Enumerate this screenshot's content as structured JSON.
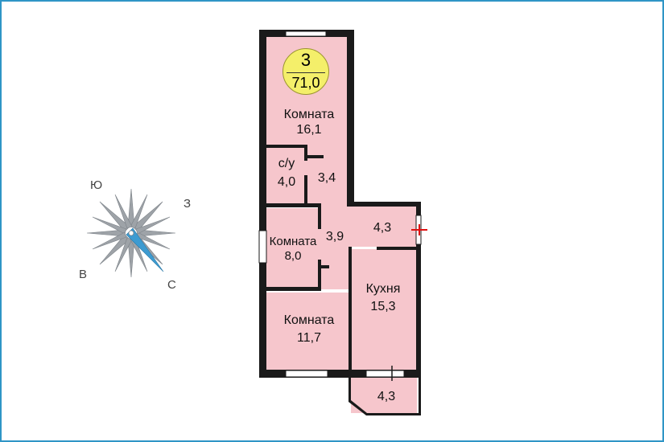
{
  "apartment": {
    "rooms_count": "3",
    "total_area": "71,0"
  },
  "rooms": [
    {
      "id": "room-top",
      "name": "Комната",
      "area": "16,1"
    },
    {
      "id": "bathroom",
      "name": "с/у",
      "area": "4,0"
    },
    {
      "id": "corridor-upper",
      "area": "3,4"
    },
    {
      "id": "room-small",
      "name": "Комната",
      "area": "8,0"
    },
    {
      "id": "hall",
      "area": "3,9"
    },
    {
      "id": "hall-right",
      "area": "4,3"
    },
    {
      "id": "kitchen",
      "name": "Кухня",
      "area": "15,3"
    },
    {
      "id": "room-bottom",
      "name": "Комната",
      "area": "11,7"
    },
    {
      "id": "balcony",
      "area": "4,3"
    }
  ],
  "compass": {
    "south_west": "Ю",
    "west": "З",
    "east": "В",
    "north": "С"
  },
  "colors": {
    "room_fill": "#f6c6cc",
    "wall": "#1a1a1a",
    "badge": "#f4ef6a",
    "frame": "#2f95c6"
  }
}
